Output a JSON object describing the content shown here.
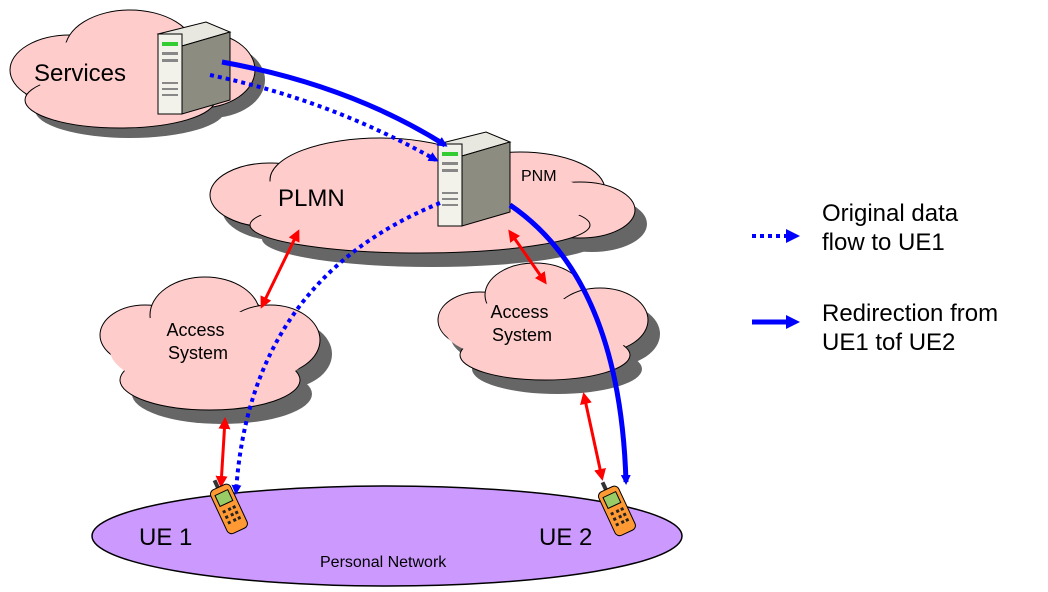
{
  "diagram": {
    "nodes": {
      "services": "Services",
      "plmn": "PLMN",
      "pnm": "PNM",
      "access_left": "Access\nSystem",
      "access_right": "Access\nSystem",
      "ue1": "UE 1",
      "ue2": "UE 2",
      "personal_network": "Personal Network"
    },
    "legend": {
      "original": "Original data\nflow to UE1",
      "redirection": "Redirection from\nUE1 tof UE2"
    },
    "colors": {
      "cloud": "#ffcccc",
      "cloud_shadow": "#666666",
      "personal_network": "#cc99ff",
      "flow_arrow": "#0000ff",
      "link_arrow": "#ff0000",
      "phone": "#ff9933"
    },
    "icons": [
      "server-icon",
      "mobile-phone-icon"
    ]
  }
}
